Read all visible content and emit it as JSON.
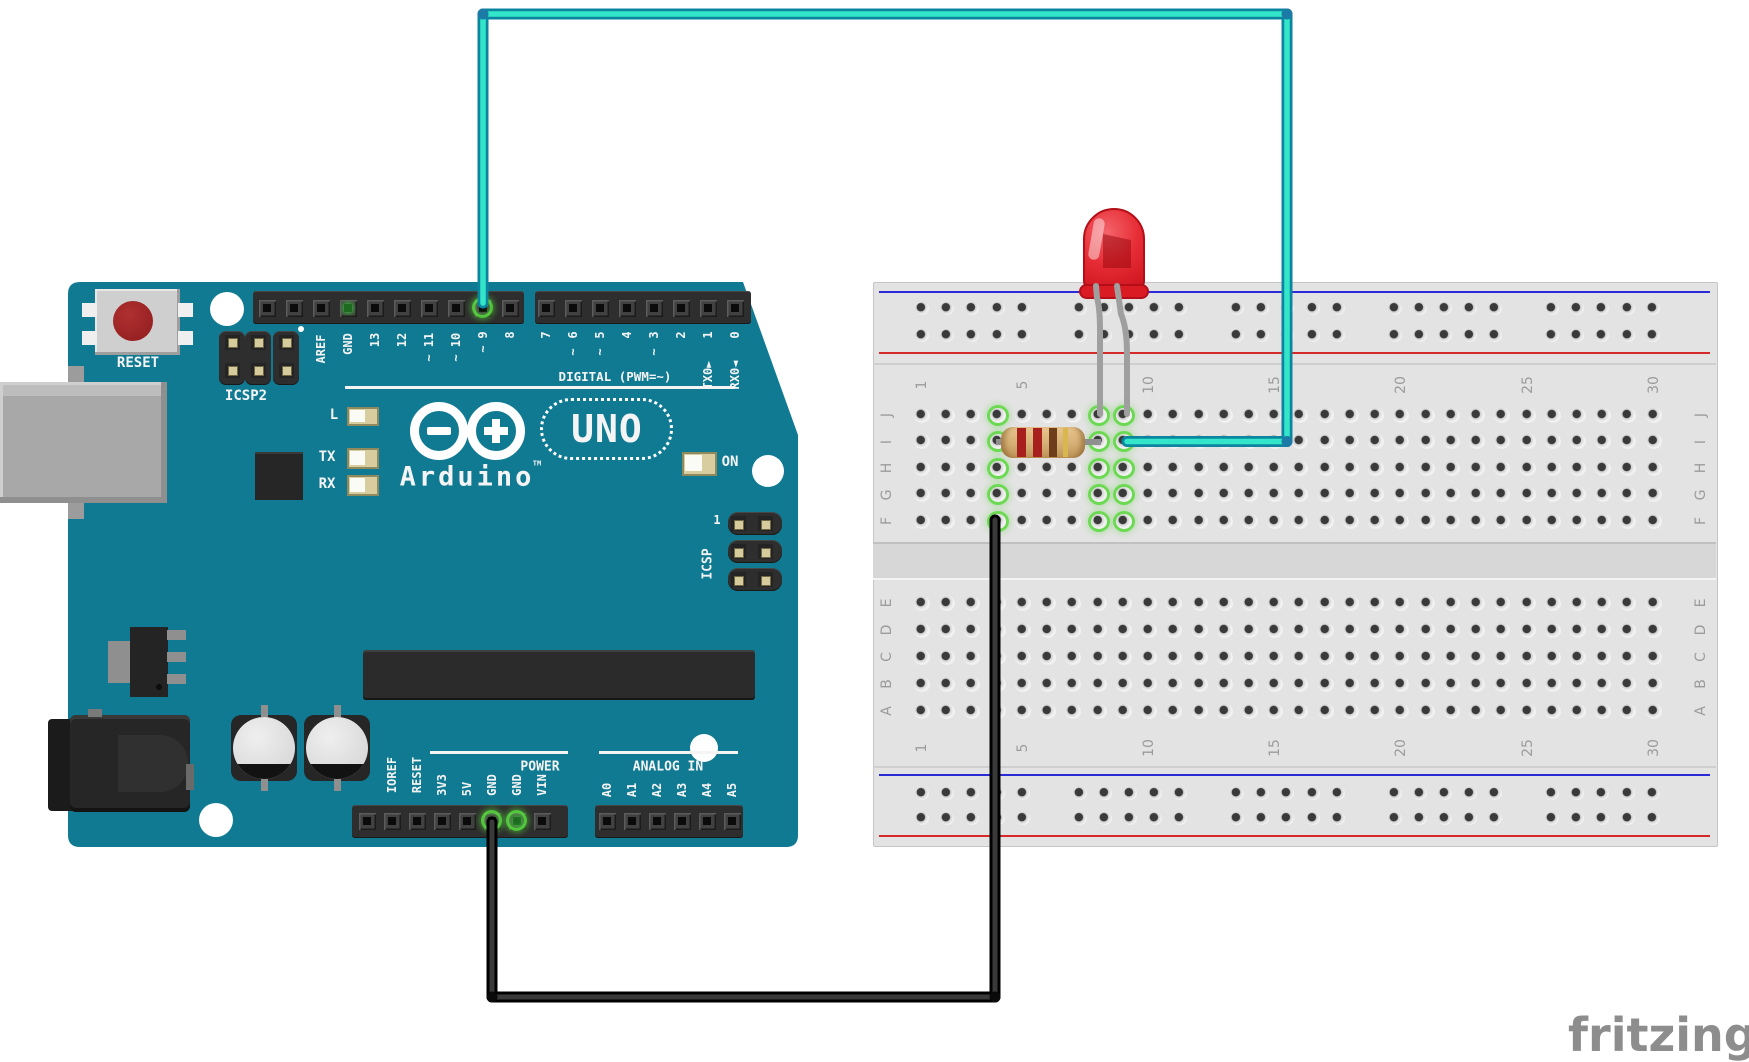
{
  "watermark": {
    "text": "fritzing",
    "color": "#8d8d8d"
  },
  "arduino": {
    "silkscreen": {
      "reset": "RESET",
      "icsp2": "ICSP2",
      "icsp": "ICSP",
      "icsp_pin1": "1",
      "digital_caption": "DIGITAL (PWM=~)",
      "power_caption": "POWER",
      "analog_caption": "ANALOG IN",
      "led_l": "L",
      "led_tx": "TX",
      "led_rx": "RX",
      "led_on": "ON",
      "brand": "Arduino",
      "brand_tm": "TM",
      "model": "UNO",
      "pwm_mark": "~"
    },
    "digital_pins_left": [
      {
        "label": ""
      },
      {
        "label": ""
      },
      {
        "label": "AREF"
      },
      {
        "label": "GND",
        "net": "gnd"
      },
      {
        "label": "13"
      },
      {
        "label": "12"
      },
      {
        "label": "11",
        "pwm": true
      },
      {
        "label": "10",
        "pwm": true
      },
      {
        "label": "9",
        "pwm": true,
        "wire": "cyan"
      },
      {
        "label": "8"
      }
    ],
    "digital_pins_right": [
      {
        "label": "7"
      },
      {
        "label": "6",
        "pwm": true
      },
      {
        "label": "5",
        "pwm": true
      },
      {
        "label": "4"
      },
      {
        "label": "3",
        "pwm": true
      },
      {
        "label": "2"
      },
      {
        "label": "1",
        "serial": "TX0",
        "arrow": "▲"
      },
      {
        "label": "0",
        "serial": "RX0",
        "arrow": "▼"
      }
    ],
    "power_pins": [
      {
        "label": ""
      },
      {
        "label": "IOREF"
      },
      {
        "label": "RESET"
      },
      {
        "label": "3V3"
      },
      {
        "label": "5V"
      },
      {
        "label": "GND",
        "net": "gnd",
        "wire": "black"
      },
      {
        "label": "GND",
        "net": "gnd"
      },
      {
        "label": "VIN"
      }
    ],
    "analog_pins": [
      {
        "label": "A0"
      },
      {
        "label": "A1"
      },
      {
        "label": "A2"
      },
      {
        "label": "A3"
      },
      {
        "label": "A4"
      },
      {
        "label": "A5"
      }
    ]
  },
  "breadboard": {
    "row_letters_top": [
      "J",
      "I",
      "H",
      "G",
      "F"
    ],
    "row_letters_bottom": [
      "E",
      "D",
      "C",
      "B",
      "A"
    ],
    "column_numbers": [
      "1",
      "5",
      "10",
      "15",
      "20",
      "25",
      "30"
    ],
    "highlighted_columns": [
      4,
      8,
      9
    ]
  },
  "components": {
    "led": {
      "name": "red LED",
      "color": "#e0212b",
      "cathode_hole": "J8",
      "anode_hole": "J9"
    },
    "resistor": {
      "band_colors": [
        "#a8201e",
        "#a8201e",
        "#6e3d1c",
        "#d8b84e"
      ],
      "from_hole": "I4",
      "to_hole": "I8"
    },
    "wires": [
      {
        "name": "signal wire",
        "color": "#2fe6ca",
        "from": "Arduino digital pin 9",
        "to": "breadboard I9"
      },
      {
        "name": "ground wire",
        "color": "#2f2f2f",
        "from": "Arduino GND",
        "to": "breadboard F4"
      }
    ]
  },
  "colors": {
    "board_teal": "#0f7a92",
    "breadboard_body": "#e3e3e3",
    "rail_blue": "#2a2ad6",
    "rail_red": "#d62a2a",
    "highlight_green": "#56d83e",
    "wire_cyan_core": "#33e5c9",
    "wire_cyan_edge": "#0f8ba3"
  }
}
